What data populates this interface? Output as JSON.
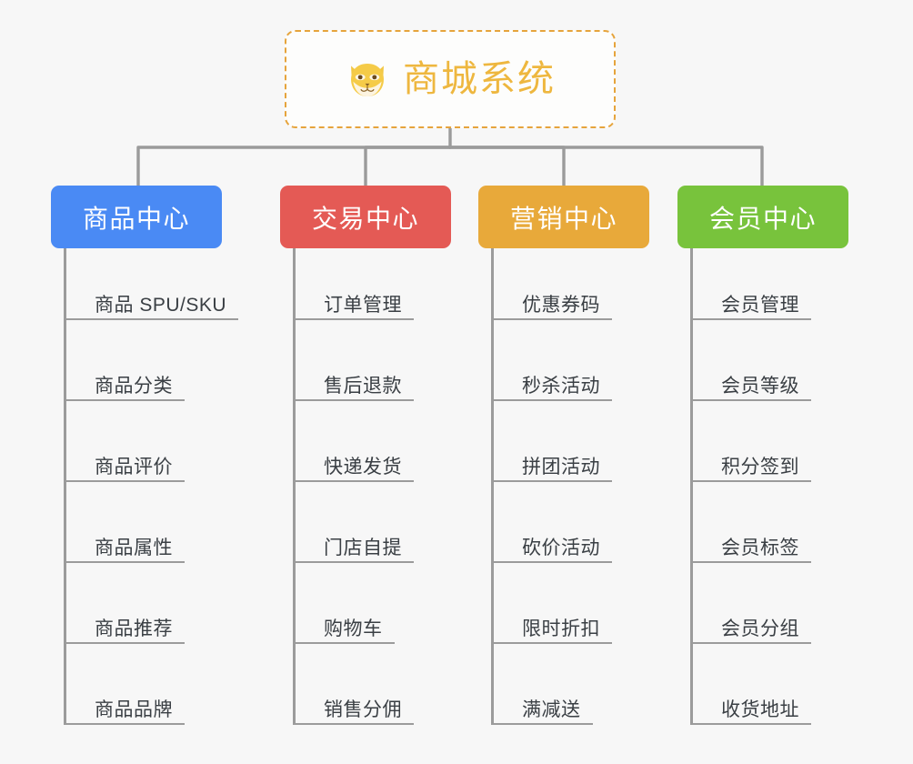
{
  "diagram": {
    "type": "mindmap",
    "background_color": "#f7f7f7",
    "root": {
      "title": "商城系统",
      "icon": "shiba-dog-face-icon",
      "text_color": "#eeb73f",
      "border_color": "#e6a43c",
      "border_style": "dashed"
    },
    "connector_color": "#9b9b9b",
    "branches": [
      {
        "label": "商品中心",
        "color": "#4a8af4",
        "items": [
          "商品 SPU/SKU",
          "商品分类",
          "商品评价",
          "商品属性",
          "商品推荐",
          "商品品牌"
        ]
      },
      {
        "label": "交易中心",
        "color": "#e45a55",
        "items": [
          "订单管理",
          "售后退款",
          "快递发货",
          "门店自提",
          "购物车",
          "销售分佣"
        ]
      },
      {
        "label": "营销中心",
        "color": "#e8a93a",
        "items": [
          "优惠券码",
          "秒杀活动",
          "拼团活动",
          "砍价活动",
          "限时折扣",
          "满减送"
        ]
      },
      {
        "label": "会员中心",
        "color": "#78c33c",
        "items": [
          "会员管理",
          "会员等级",
          "积分签到",
          "会员标签",
          "会员分组",
          "收货地址"
        ]
      }
    ]
  }
}
